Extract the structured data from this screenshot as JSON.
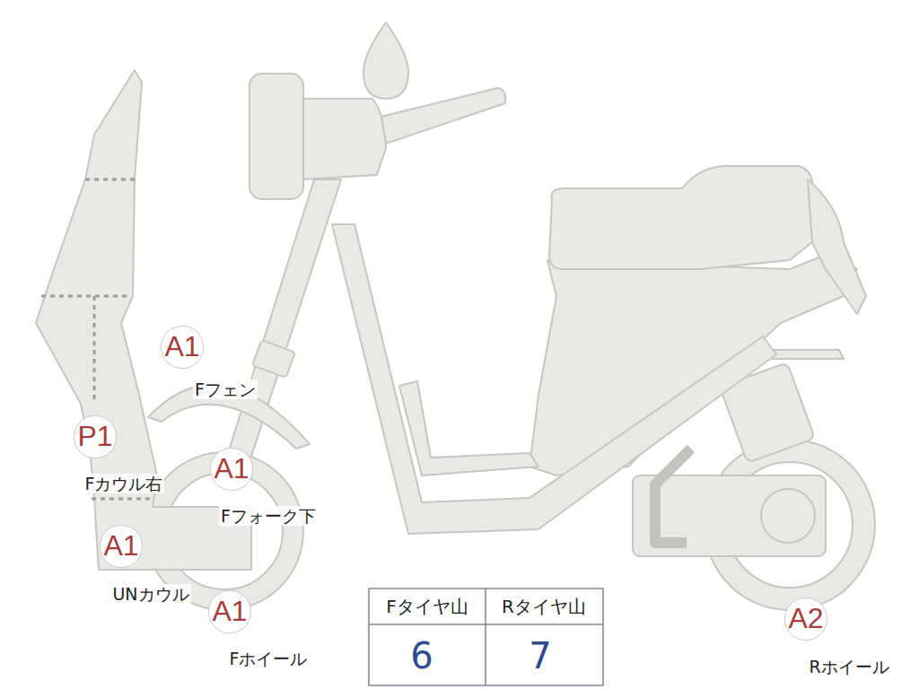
{
  "diagram": {
    "nodes": [
      {
        "text": [
          "A1",
          "Fフェン"
        ]
      },
      {
        "text": [
          "P1",
          "Fカウル右"
        ]
      },
      {
        "text": [
          "A1",
          "Fフォーク下"
        ]
      },
      {
        "text": [
          "A1",
          "UNカウル"
        ]
      },
      {
        "text": [
          "A1",
          "Fホイール"
        ]
      },
      {
        "text": [
          "A2",
          "Rホイール"
        ]
      }
    ],
    "labels": [
      "Fタイヤ山",
      "Rタイヤ山",
      "6",
      "7"
    ]
  }
}
